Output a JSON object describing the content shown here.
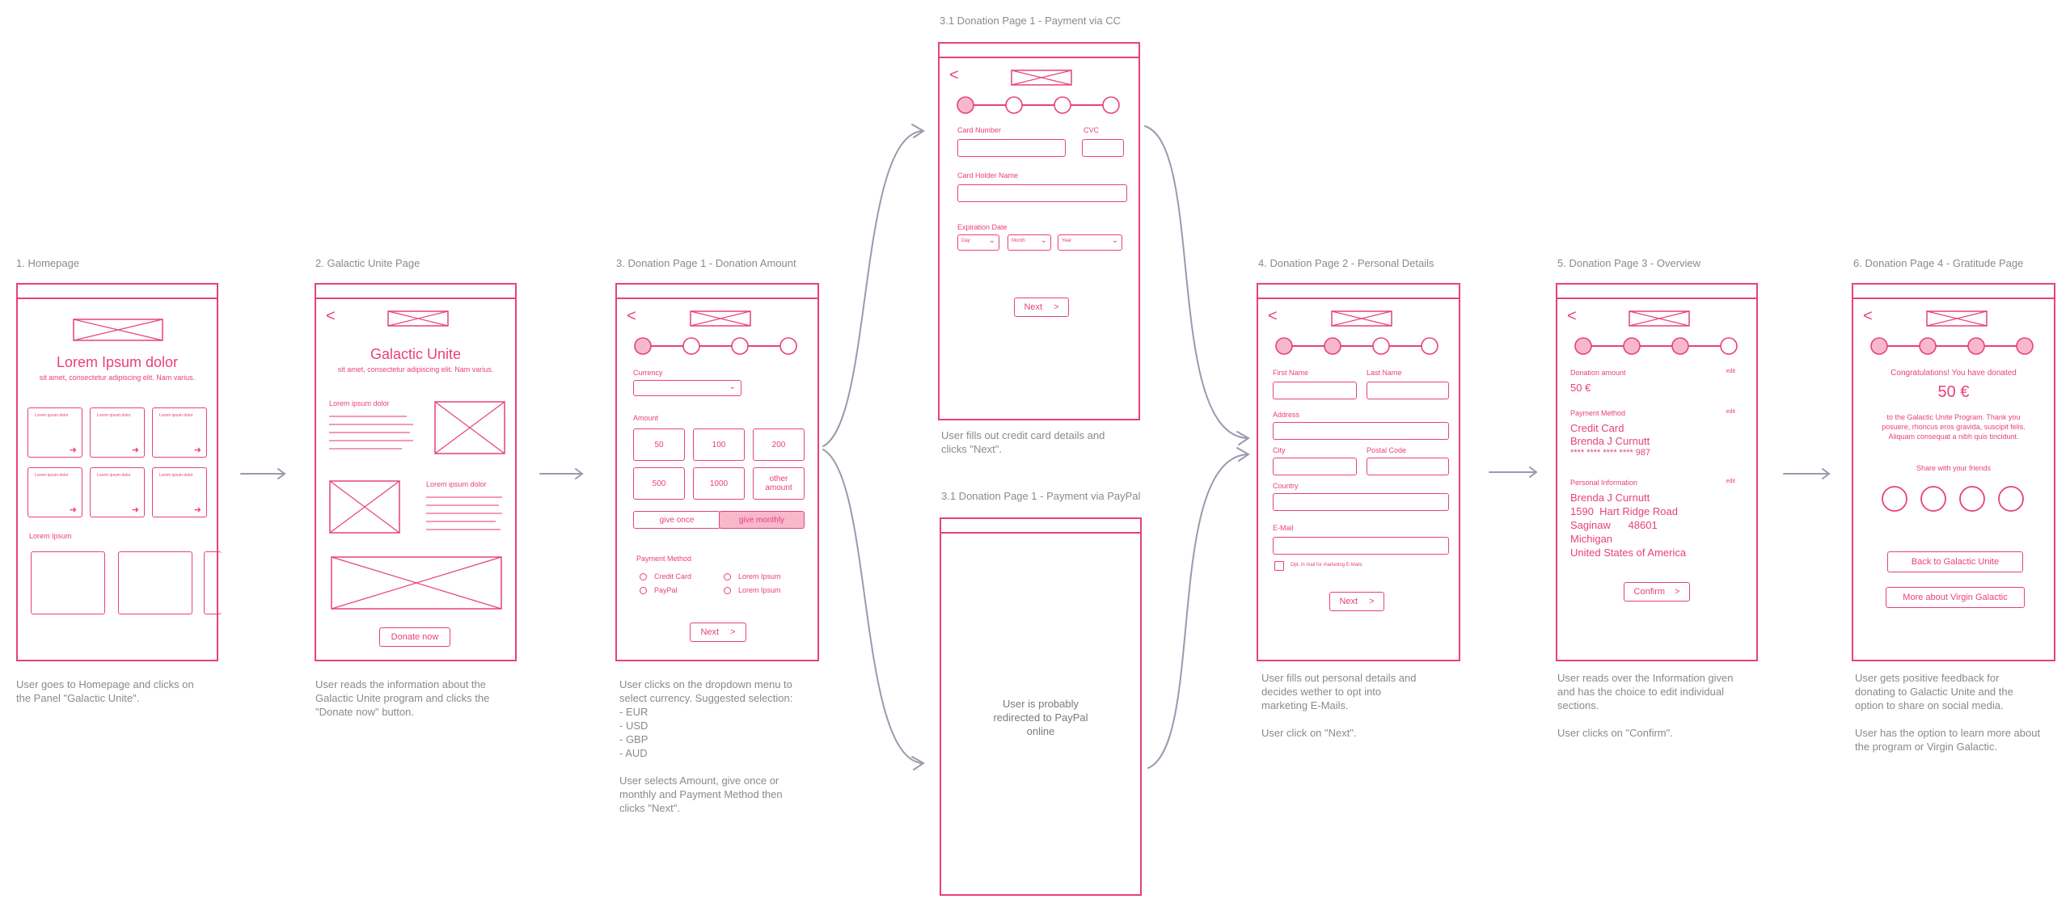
{
  "colors": {
    "accent": "#e8417a",
    "note": "#8a8a8a",
    "arrow": "#9a9aae",
    "highlight": "#f7b8cc"
  },
  "icons": {
    "back": "chevron-left-icon",
    "image_placeholder": "image-placeholder-icon",
    "arrow": "arrow-right-icon"
  },
  "sections": {
    "home": {
      "title": "1. Homepage",
      "headline": "Lorem Ipsum dolor",
      "subline": "sit amet, consectetur adipiscing elit. Nam varius.",
      "card_label": "Lorem ipsum dolor",
      "section_label": "Lorem Ipsum",
      "note": "User goes to Homepage and clicks on\nthe Panel \"Galactic Unite\"."
    },
    "gu": {
      "title": "2. Galactic Unite Page",
      "headline": "Galactic Unite",
      "subline": "sit amet, consectetur adipiscing elit. Nam varius.",
      "block_label": "Lorem ipsum dolor",
      "donate_button": "Donate now",
      "note": "User reads the information about the\nGalactic Unite program and clicks the\n\"Donate now\" button."
    },
    "amount": {
      "title": "3. Donation Page 1 - Donation Amount",
      "currency_label": "Currency",
      "amount_label": "Amount",
      "amounts": [
        "50",
        "100",
        "200",
        "500",
        "1000",
        "other amount"
      ],
      "give_once": "give once",
      "give_monthly": "give monthly",
      "payment_label": "Payment Method",
      "methods": [
        "Credit Card",
        "Lorem Ipsum",
        "PayPal",
        "Lorem Ipsum"
      ],
      "next": "Next",
      "note": "User clicks on the dropdown menu to\nselect currency. Suggested selection:\n- EUR\n- USD\n- GBP\n- AUD\n\nUser selects Amount, give once or\nmonthly and Payment Method then\nclicks \"Next\"."
    },
    "cc": {
      "title": "3.1 Donation Page 1 - Payment via CC",
      "card_number": "Card Number",
      "cvc": "CVC",
      "holder": "Card Holder Name",
      "exp": "Expiration Date",
      "day": "Day",
      "month": "Month",
      "year": "Year",
      "next": "Next",
      "note": "User fills out credit card details and\nclicks \"Next\"."
    },
    "paypal": {
      "title": "3.1 Donation Page 1 - Payment via PayPal",
      "body": "User is probably\nredirected to PayPal\nonline"
    },
    "personal": {
      "title": "4. Donation Page 2 - Personal Details",
      "first": "First Name",
      "last": "Last Name",
      "address": "Address",
      "city": "City",
      "postal": "Postal Code",
      "country": "Country",
      "email": "E-Mail",
      "opt": "Opt. in mail for marketing E-Mails",
      "next": "Next",
      "note": "User fills out personal details and\ndecides wether to opt into\nmarketing E-Mails.\n\nUser click on \"Next\"."
    },
    "overview": {
      "title": "5. Donation Page 3 - Overview",
      "amount_label": "Donation amount",
      "amount_value": "50 €",
      "payment_label": "Payment Method",
      "payment_lines": [
        "Credit Card",
        "Brenda J Curnutt",
        "**** **** **** **** 987"
      ],
      "info_label": "Personal Information",
      "info_lines": [
        "Brenda J Curnutt",
        "1590  Hart Ridge Road",
        "Saginaw      48601",
        "Michigan",
        "United States of America"
      ],
      "edit": "edit",
      "confirm": "Confirm",
      "note": "User reads over the Information given\nand has the choice to edit individual\nsections.\n\nUser clicks on \"Confirm\"."
    },
    "gratitude": {
      "title": "6. Donation Page 4 - Gratitude Page",
      "congrats": "Congratulations! You have donated",
      "amount": "50 €",
      "body": "to the Galactic Unite Program. Thank you\nposuere, rhoncus eros gravida, suscipit felis.\nAliquam consequat a nibh quis tincidunt.",
      "share": "Share with your friends",
      "back_button": "Back to Galactic Unite",
      "more_button": "More about Virgin Galactic",
      "note": "User gets positive feedback for\ndonating to Galactic Unite and the\noption to share on social media.\n\nUser has the option to learn more about\nthe program or Virgin Galactic."
    }
  }
}
